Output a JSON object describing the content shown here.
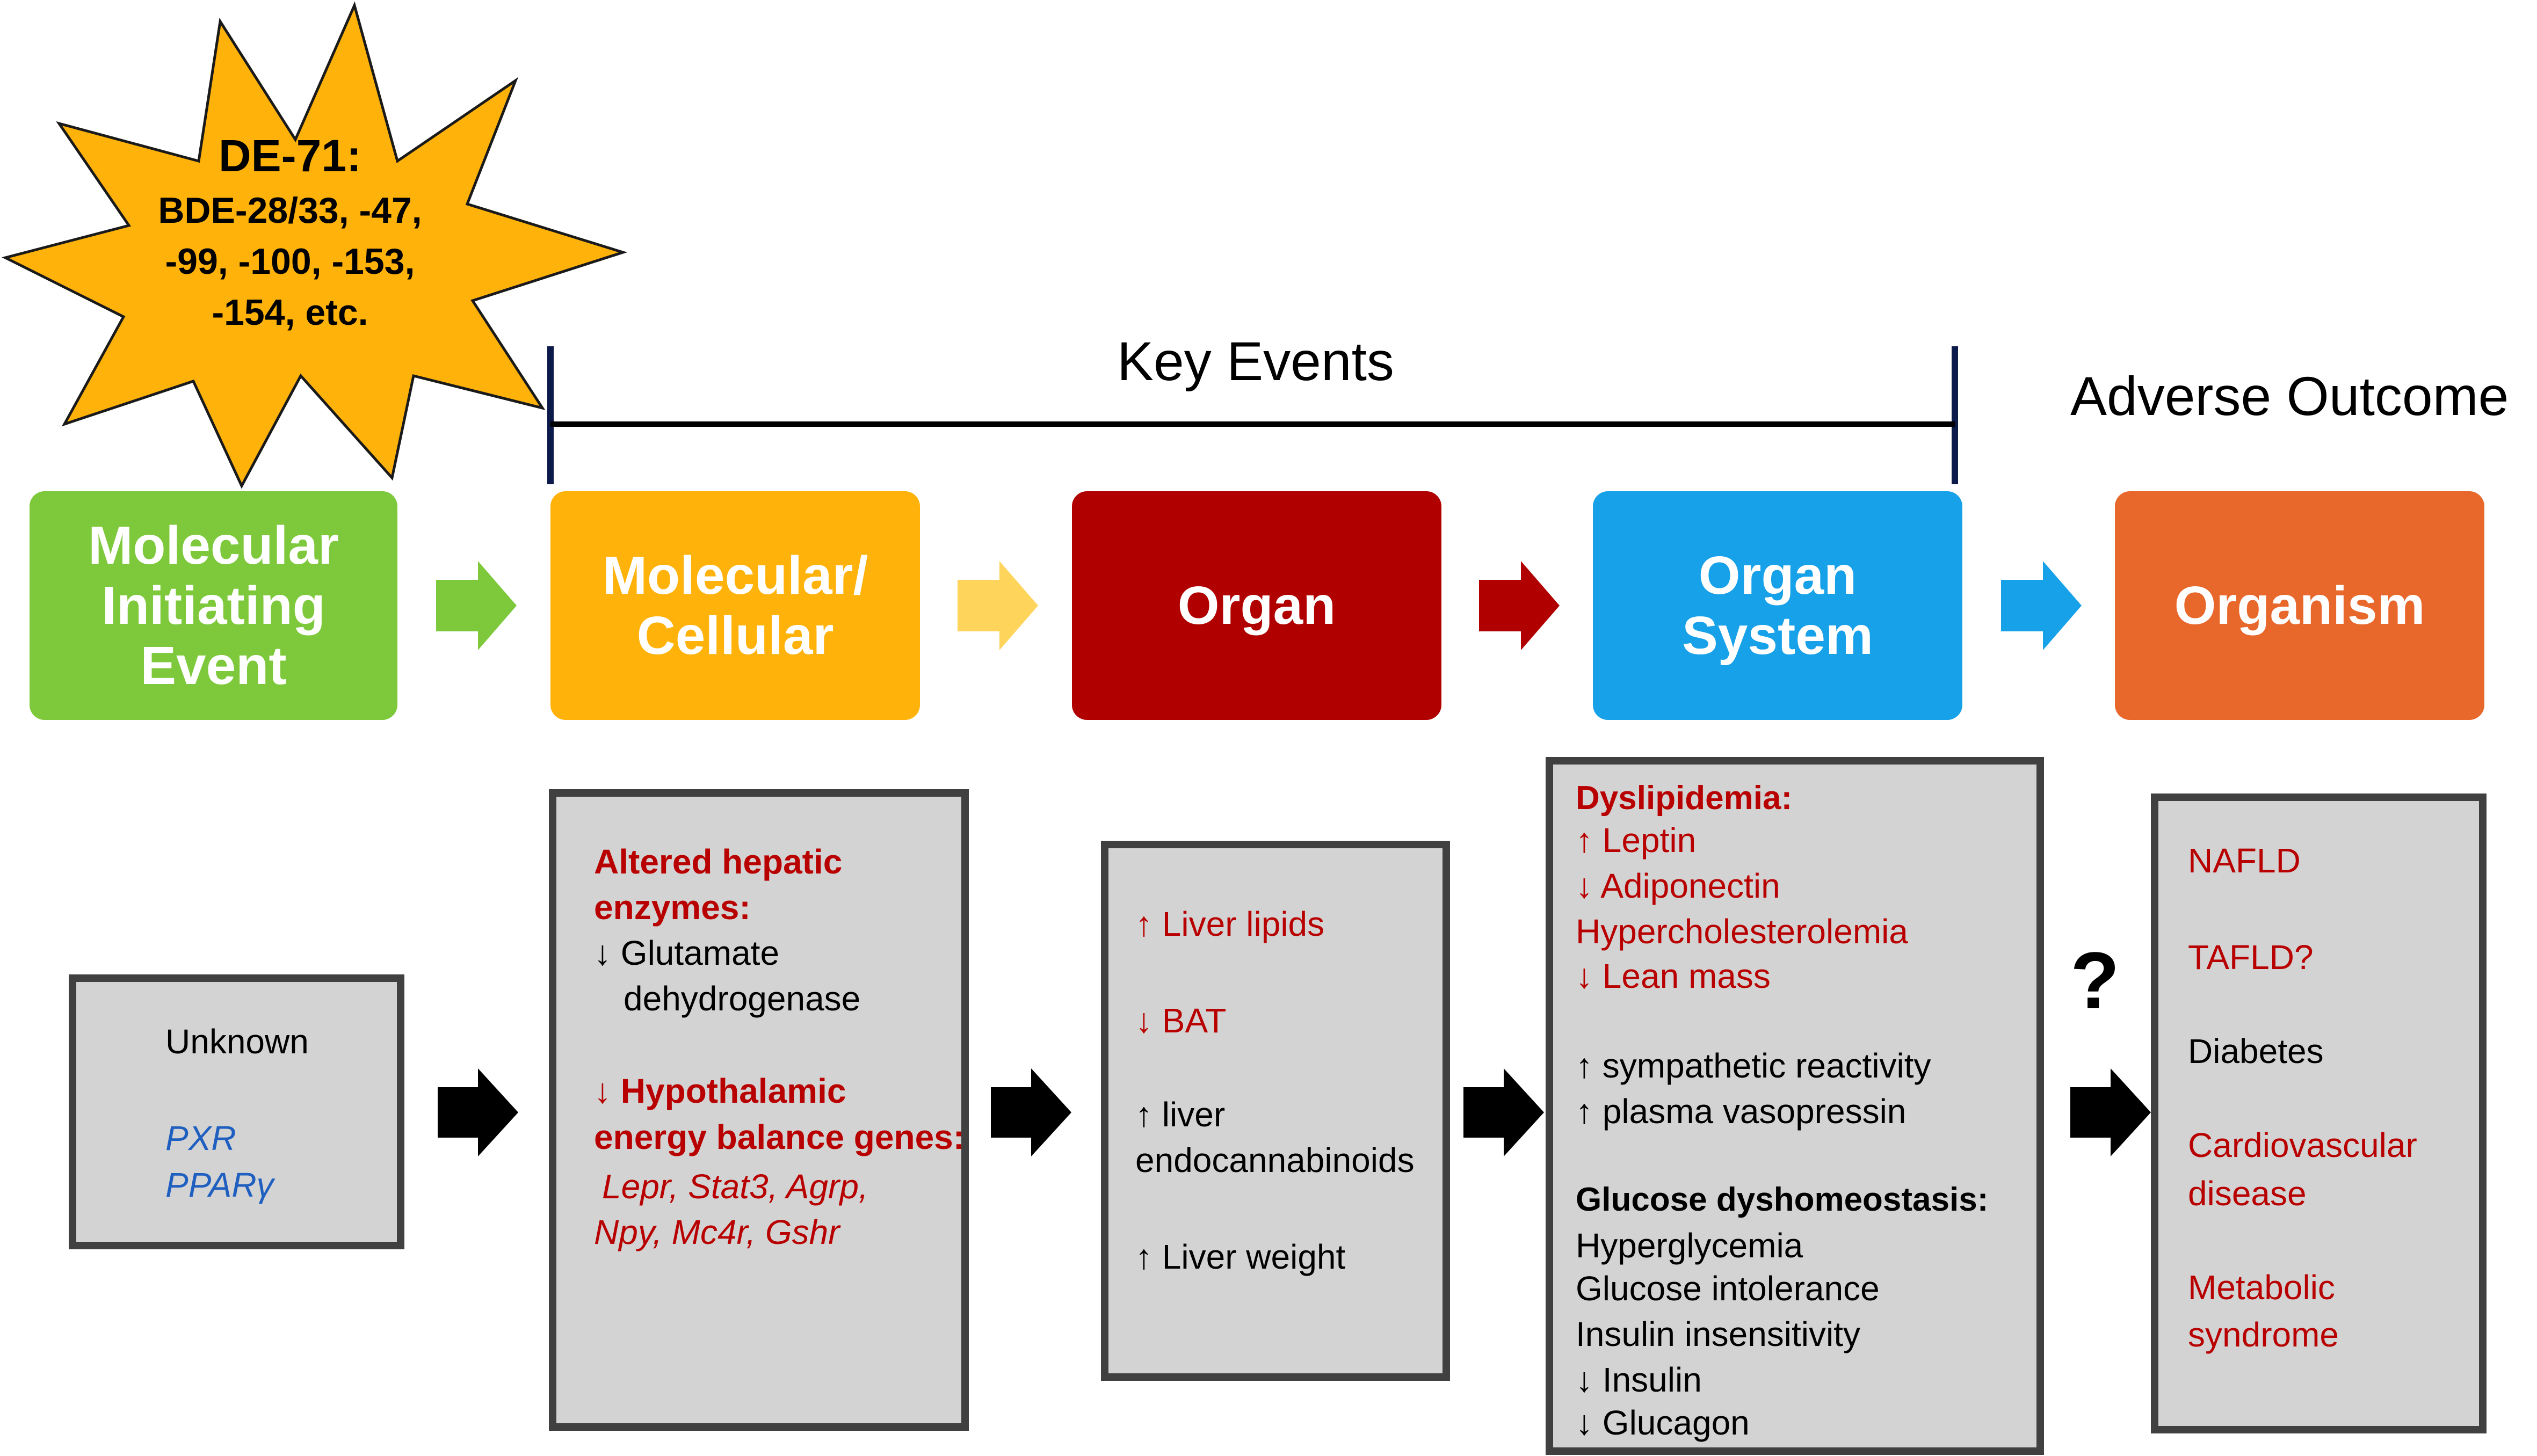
{
  "star": {
    "title": "DE-71:",
    "lines": [
      "BDE-28/33, -47,",
      "-99, -100, -153,",
      "-154, etc."
    ],
    "color": "#FFB20A"
  },
  "key_events_label": "Key Events",
  "adverse_outcome_label": "Adverse Outcome",
  "stages": [
    {
      "lines": [
        "Molecular",
        "Initiating",
        "Event"
      ],
      "color": "#7DC93B"
    },
    {
      "lines": [
        "Molecular/",
        "Cellular"
      ],
      "color": "#FFB20A"
    },
    {
      "lines": [
        "Organ"
      ],
      "color": "#B00000"
    },
    {
      "lines": [
        "Organ",
        "System"
      ],
      "color": "#17A1E8"
    },
    {
      "lines": [
        "Organism"
      ],
      "color": "#E8672B"
    }
  ],
  "box1": {
    "unknown": "Unknown",
    "pxr": "PXR",
    "ppar": "PPARγ"
  },
  "box2": {
    "heading1": "Altered hepatic",
    "heading1b": "enzymes:",
    "item1a": "↓ Glutamate",
    "item1b": "dehydrogenase",
    "heading2": "↓ Hypothalamic",
    "heading2b": "energy balance genes:",
    "genes1": "Lepr, Stat3, Agrp,",
    "genes2": "Npy, Mc4r, Gshr"
  },
  "box3": {
    "item1": "↑ Liver lipids",
    "item2": "↓ BAT",
    "item3a": "↑ liver",
    "item3b": "endocannabinoids",
    "item4": "↑ Liver weight"
  },
  "box4": {
    "heading1": "Dyslipidemia:",
    "leptin": "↑ Leptin",
    "adiponectin": "↓ Adiponectin",
    "hyperchol": "Hypercholesterolemia",
    "lean": "↓ Lean mass",
    "symp": "↑ sympathetic reactivity",
    "vaso": "↑ plasma vasopressin",
    "heading2": "Glucose dyshomeostasis:",
    "hyperglycemia": "Hyperglycemia",
    "intolerance": "Glucose intolerance",
    "insensitivity": "Insulin insensitivity",
    "insulin": "↓ Insulin",
    "glucagon": "↓ Glucagon"
  },
  "box5": {
    "nafld": "NAFLD",
    "tafld": "TAFLD?",
    "diabetes": "Diabetes",
    "cardio1": "Cardiovascular",
    "cardio2": "disease",
    "meta1": "Metabolic",
    "meta2": "syndrome"
  },
  "question_mark": "?",
  "colors": {
    "text_red": "#B80000",
    "text_blue": "#1F5FBF",
    "box_fill": "#D3D3D3",
    "box_border": "#404040",
    "bracket": "#0B1A4A",
    "arrow_green": "#7DC93B",
    "arrow_yellow": "#FFD45A",
    "arrow_red": "#B00000",
    "arrow_blue": "#17A1E8",
    "arrow_black": "#000000"
  }
}
